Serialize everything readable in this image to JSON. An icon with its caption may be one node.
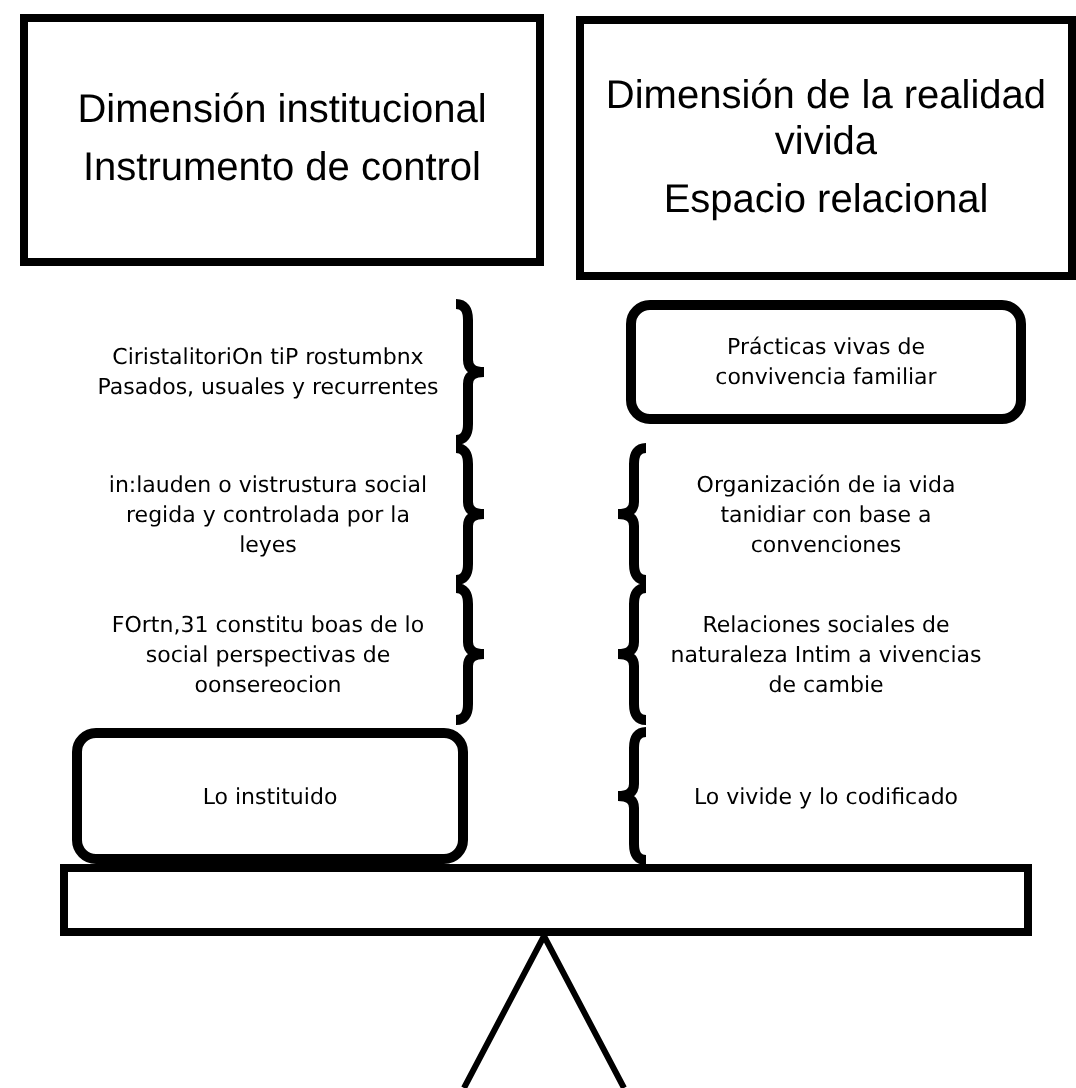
{
  "diagram": {
    "nodes": [
      {
        "text": [
          "Dimensión institucional",
          "Instrumento de control"
        ]
      },
      {
        "text": [
          "Dimensión de la realidad vivida",
          "Espacio relacional"
        ]
      },
      {
        "text": [
          "CiristalitoriOn tiP rostumbnx Pasados, usuales y recurrentes"
        ]
      },
      {
        "text": [
          "in:lauden o vistrustura social regida y controlada por la leyes"
        ]
      },
      {
        "text": [
          "FOrtn,31 constitu boas de lo social perspectivas de oonsereocion"
        ]
      },
      {
        "text": [
          "Lo instituido"
        ]
      },
      {
        "text": [
          "Prácticas vivas de convivencia familiar"
        ]
      },
      {
        "text": [
          "Organización de ia vida tanidiar con base a convenciones"
        ]
      },
      {
        "text": [
          "Relaciones sociales de naturaleza Intim a vivencias de cambie"
        ]
      },
      {
        "text": [
          "Lo vivide y lo codificado"
        ]
      }
    ],
    "edges": []
  }
}
